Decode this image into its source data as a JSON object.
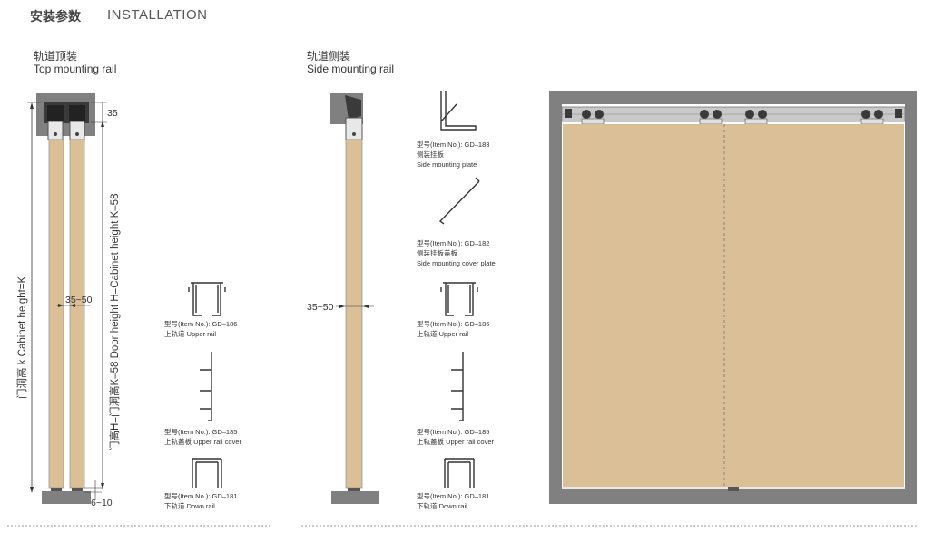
{
  "header": {
    "title_cn": "安装参数",
    "title_en": "INSTALLATION"
  },
  "top_mount": {
    "title_cn": "轨道顶装",
    "title_en": "Top mounting rail",
    "dim_top": "35",
    "dim_gap": "35~50",
    "dim_bottom": "6~10",
    "label_cabinet": "门洞高 k  Cabinet height=K",
    "label_door": "门高H=门洞高K–58   Door height H=Cabinet height K–58"
  },
  "side_mount": {
    "title_cn": "轨道侧装",
    "title_en": "Side mounting rail",
    "dim_gap": "35~50"
  },
  "parts_left": [
    {
      "item": "型号(Item No.): GD–186",
      "name": "上轨道 Upper rail"
    },
    {
      "item": "型号(Item No.): GD–185",
      "name": "上轨盖板 Upper rail cover"
    },
    {
      "item": "型号(Item No.): GD–181",
      "name": "下轨道 Down rail"
    }
  ],
  "parts_right": [
    {
      "item": "型号(Item No.): GD–183",
      "name_cn": "侧装挂板",
      "name_en": "Side mounting plate"
    },
    {
      "item": "型号(Item No.): GD–182",
      "name_cn": "侧装挂板盖板",
      "name_en": "Side mounting cover plate"
    },
    {
      "item": "型号(Item No.): GD–186",
      "name": "上轨道 Upper rail"
    },
    {
      "item": "型号(Item No.): GD–185",
      "name": "上轨盖板 Upper rail cover"
    },
    {
      "item": "型号(Item No.): GD–181",
      "name": "下轨道 Down rail"
    }
  ],
  "colors": {
    "door_wood": "#dbbf97",
    "wall_gray": "#808080",
    "rail_metal": "#c9c9c9",
    "line": "#333333"
  }
}
